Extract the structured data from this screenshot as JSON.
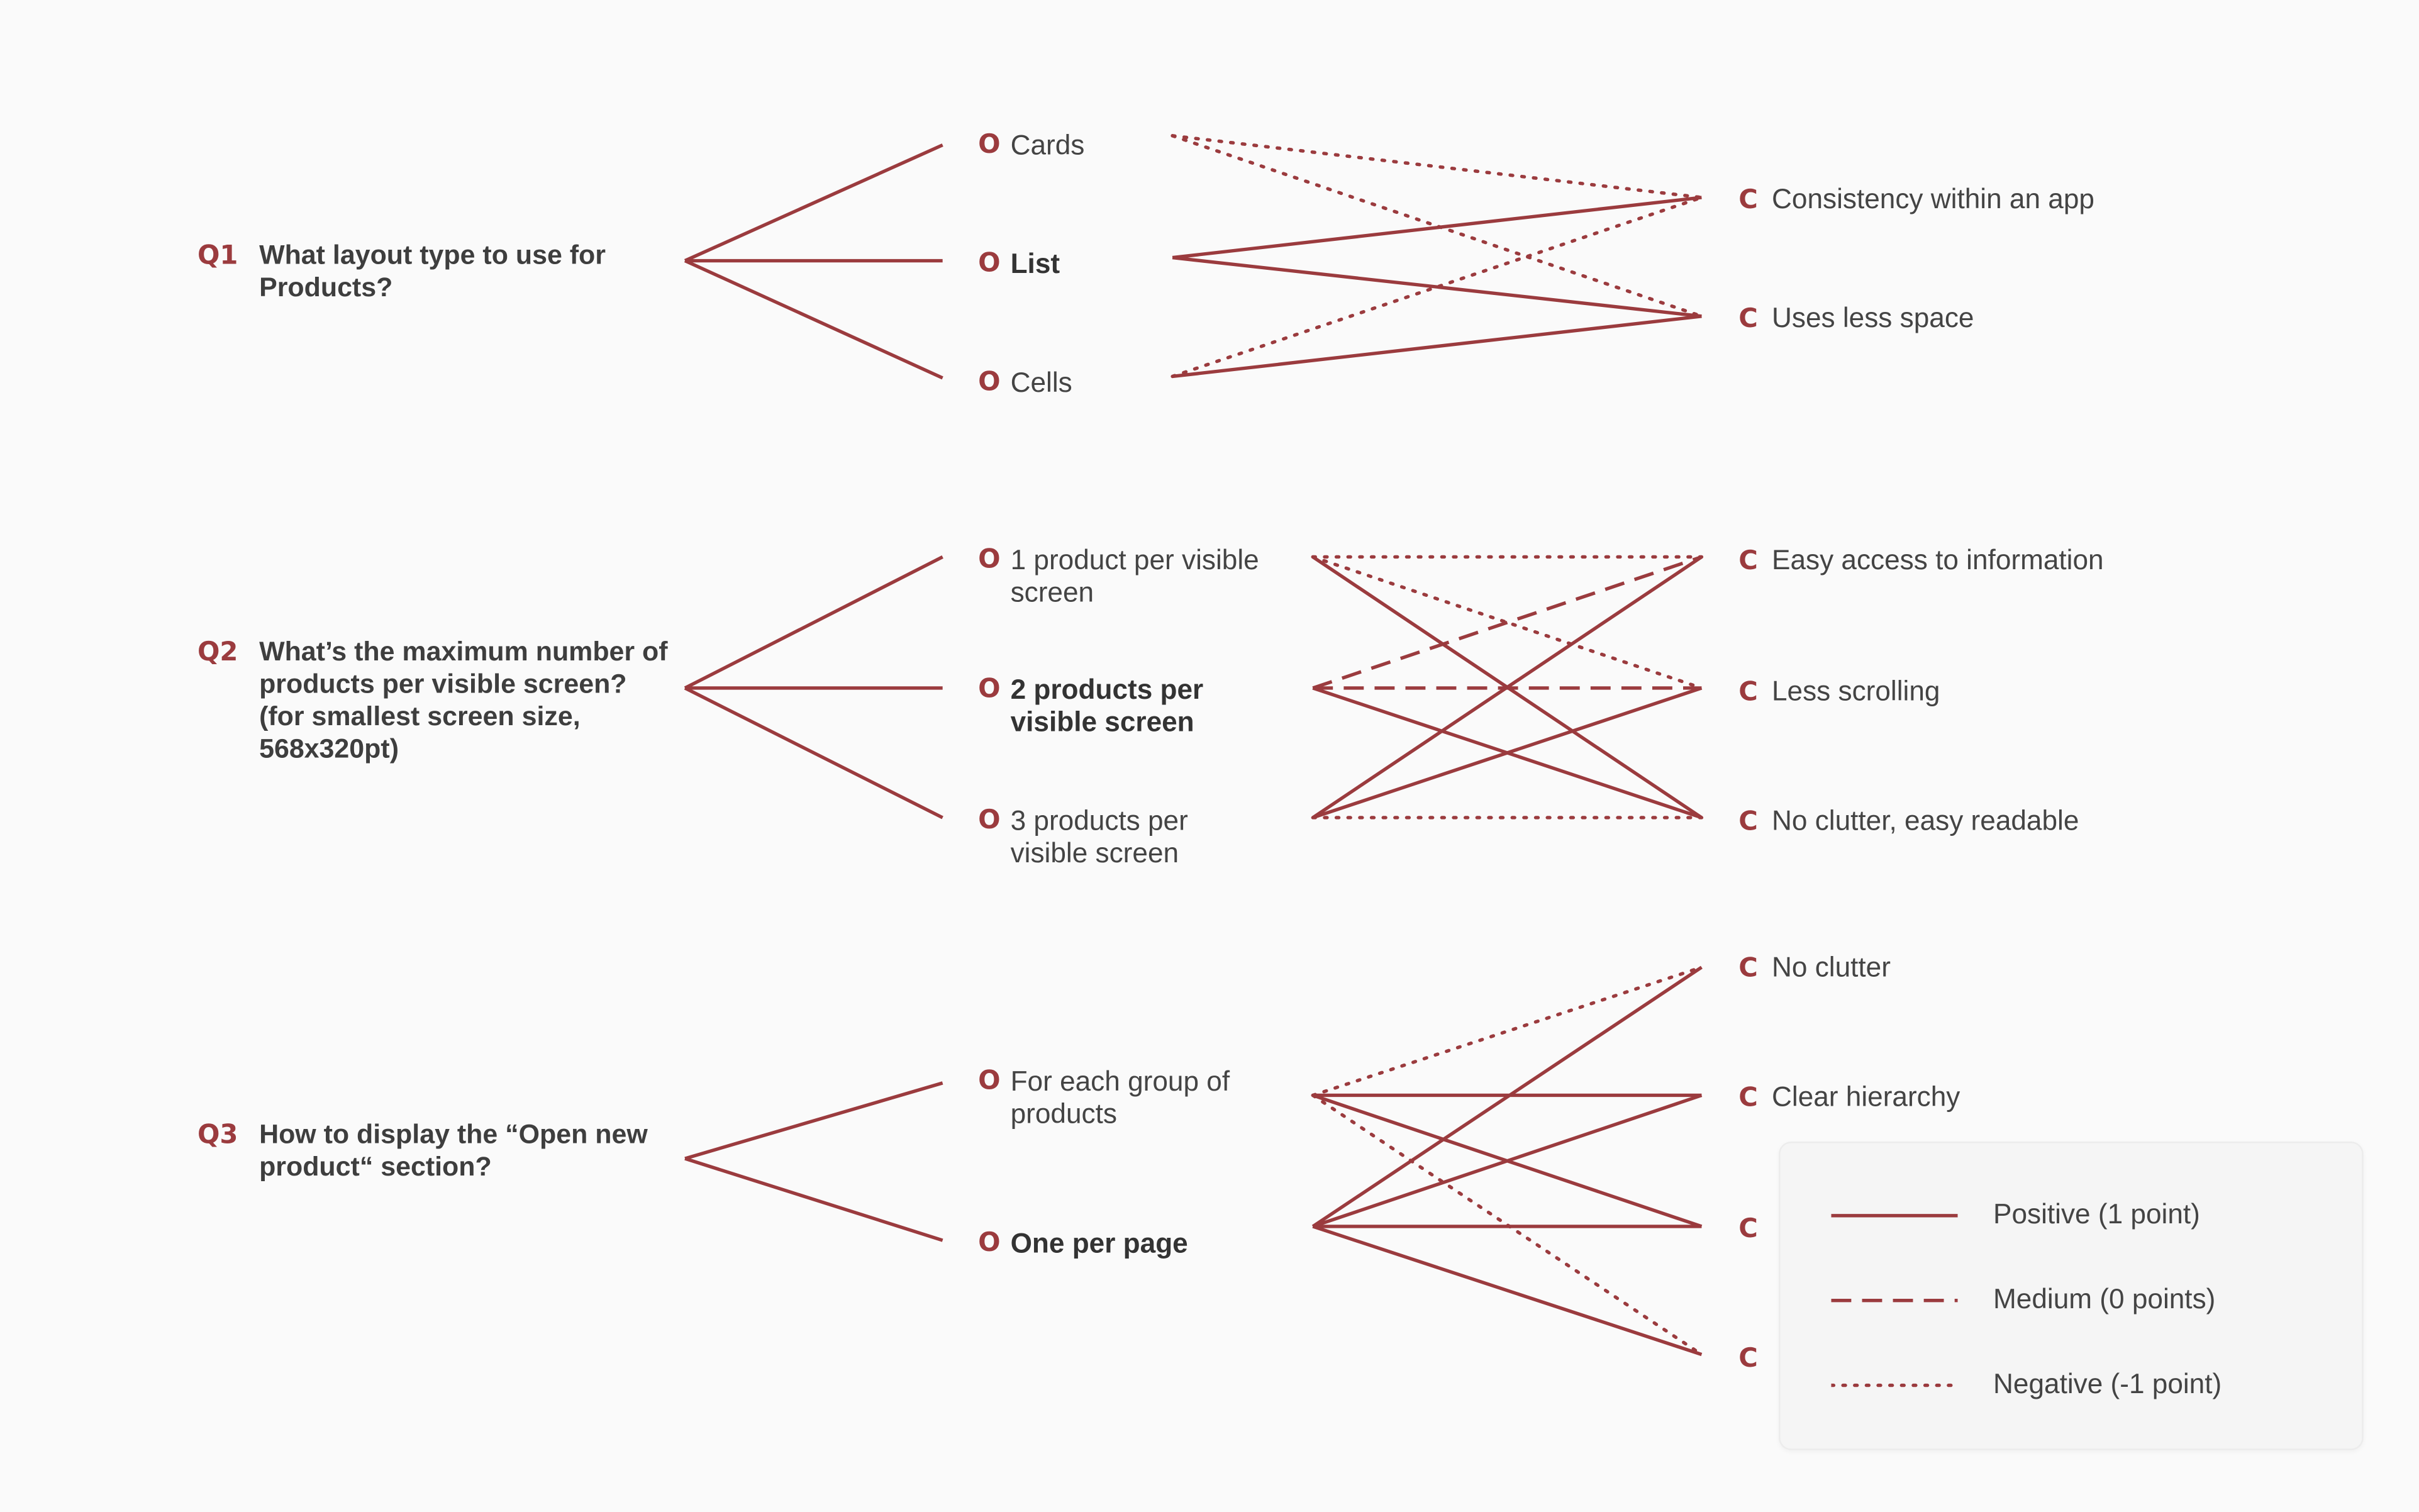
{
  "colors": {
    "accent": "#9b3b3e",
    "text": "#444444",
    "background": "#fafafa"
  },
  "option_marker": "O",
  "criterion_marker": "C",
  "questions": [
    {
      "id": "Q1",
      "text": "What layout type to use for Products?",
      "options": [
        {
          "label": "Cards",
          "selected": false
        },
        {
          "label": "List",
          "selected": true
        },
        {
          "label": "Cells",
          "selected": false
        }
      ],
      "criteria": [
        "Consistency within an app",
        "Uses less space"
      ],
      "relations": [
        {
          "option": 0,
          "criterion": 0,
          "type": "negative"
        },
        {
          "option": 0,
          "criterion": 1,
          "type": "negative"
        },
        {
          "option": 1,
          "criterion": 0,
          "type": "positive"
        },
        {
          "option": 1,
          "criterion": 1,
          "type": "positive"
        },
        {
          "option": 2,
          "criterion": 0,
          "type": "negative"
        },
        {
          "option": 2,
          "criterion": 1,
          "type": "positive"
        }
      ]
    },
    {
      "id": "Q2",
      "text": "What’s the maximum number of products per visible screen? (for smallest screen size, 568x320pt)",
      "options": [
        {
          "label": "1 product per visible screen",
          "selected": false
        },
        {
          "label": "2 products per visible screen",
          "selected": true
        },
        {
          "label": "3 products per visible screen",
          "selected": false
        }
      ],
      "criteria": [
        "Easy access to information",
        "Less scrolling",
        "No clutter, easy readable"
      ],
      "relations": [
        {
          "option": 0,
          "criterion": 0,
          "type": "negative"
        },
        {
          "option": 0,
          "criterion": 1,
          "type": "negative"
        },
        {
          "option": 0,
          "criterion": 2,
          "type": "positive"
        },
        {
          "option": 1,
          "criterion": 0,
          "type": "medium"
        },
        {
          "option": 1,
          "criterion": 1,
          "type": "medium"
        },
        {
          "option": 1,
          "criterion": 2,
          "type": "positive"
        },
        {
          "option": 2,
          "criterion": 0,
          "type": "positive"
        },
        {
          "option": 2,
          "criterion": 1,
          "type": "positive"
        },
        {
          "option": 2,
          "criterion": 2,
          "type": "negative"
        }
      ]
    },
    {
      "id": "Q3",
      "text": "How to display the “Open new product“ section?",
      "options": [
        {
          "label": "For each group of products",
          "selected": false
        },
        {
          "label": "One per page",
          "selected": true
        }
      ],
      "criteria": [
        "No clutter",
        "Clear hierarchy",
        "",
        ""
      ],
      "relations": [
        {
          "option": 0,
          "criterion": 0,
          "type": "negative"
        },
        {
          "option": 0,
          "criterion": 1,
          "type": "positive"
        },
        {
          "option": 0,
          "criterion": 2,
          "type": "positive"
        },
        {
          "option": 0,
          "criterion": 3,
          "type": "negative"
        },
        {
          "option": 1,
          "criterion": 0,
          "type": "positive"
        },
        {
          "option": 1,
          "criterion": 1,
          "type": "positive"
        },
        {
          "option": 1,
          "criterion": 2,
          "type": "positive"
        },
        {
          "option": 1,
          "criterion": 3,
          "type": "positive"
        }
      ]
    }
  ],
  "legend": [
    {
      "type": "positive",
      "label": "Positive (1 point)"
    },
    {
      "type": "medium",
      "label": "Medium (0 points)"
    },
    {
      "type": "negative",
      "label": "Negative (-1 point)"
    }
  ]
}
